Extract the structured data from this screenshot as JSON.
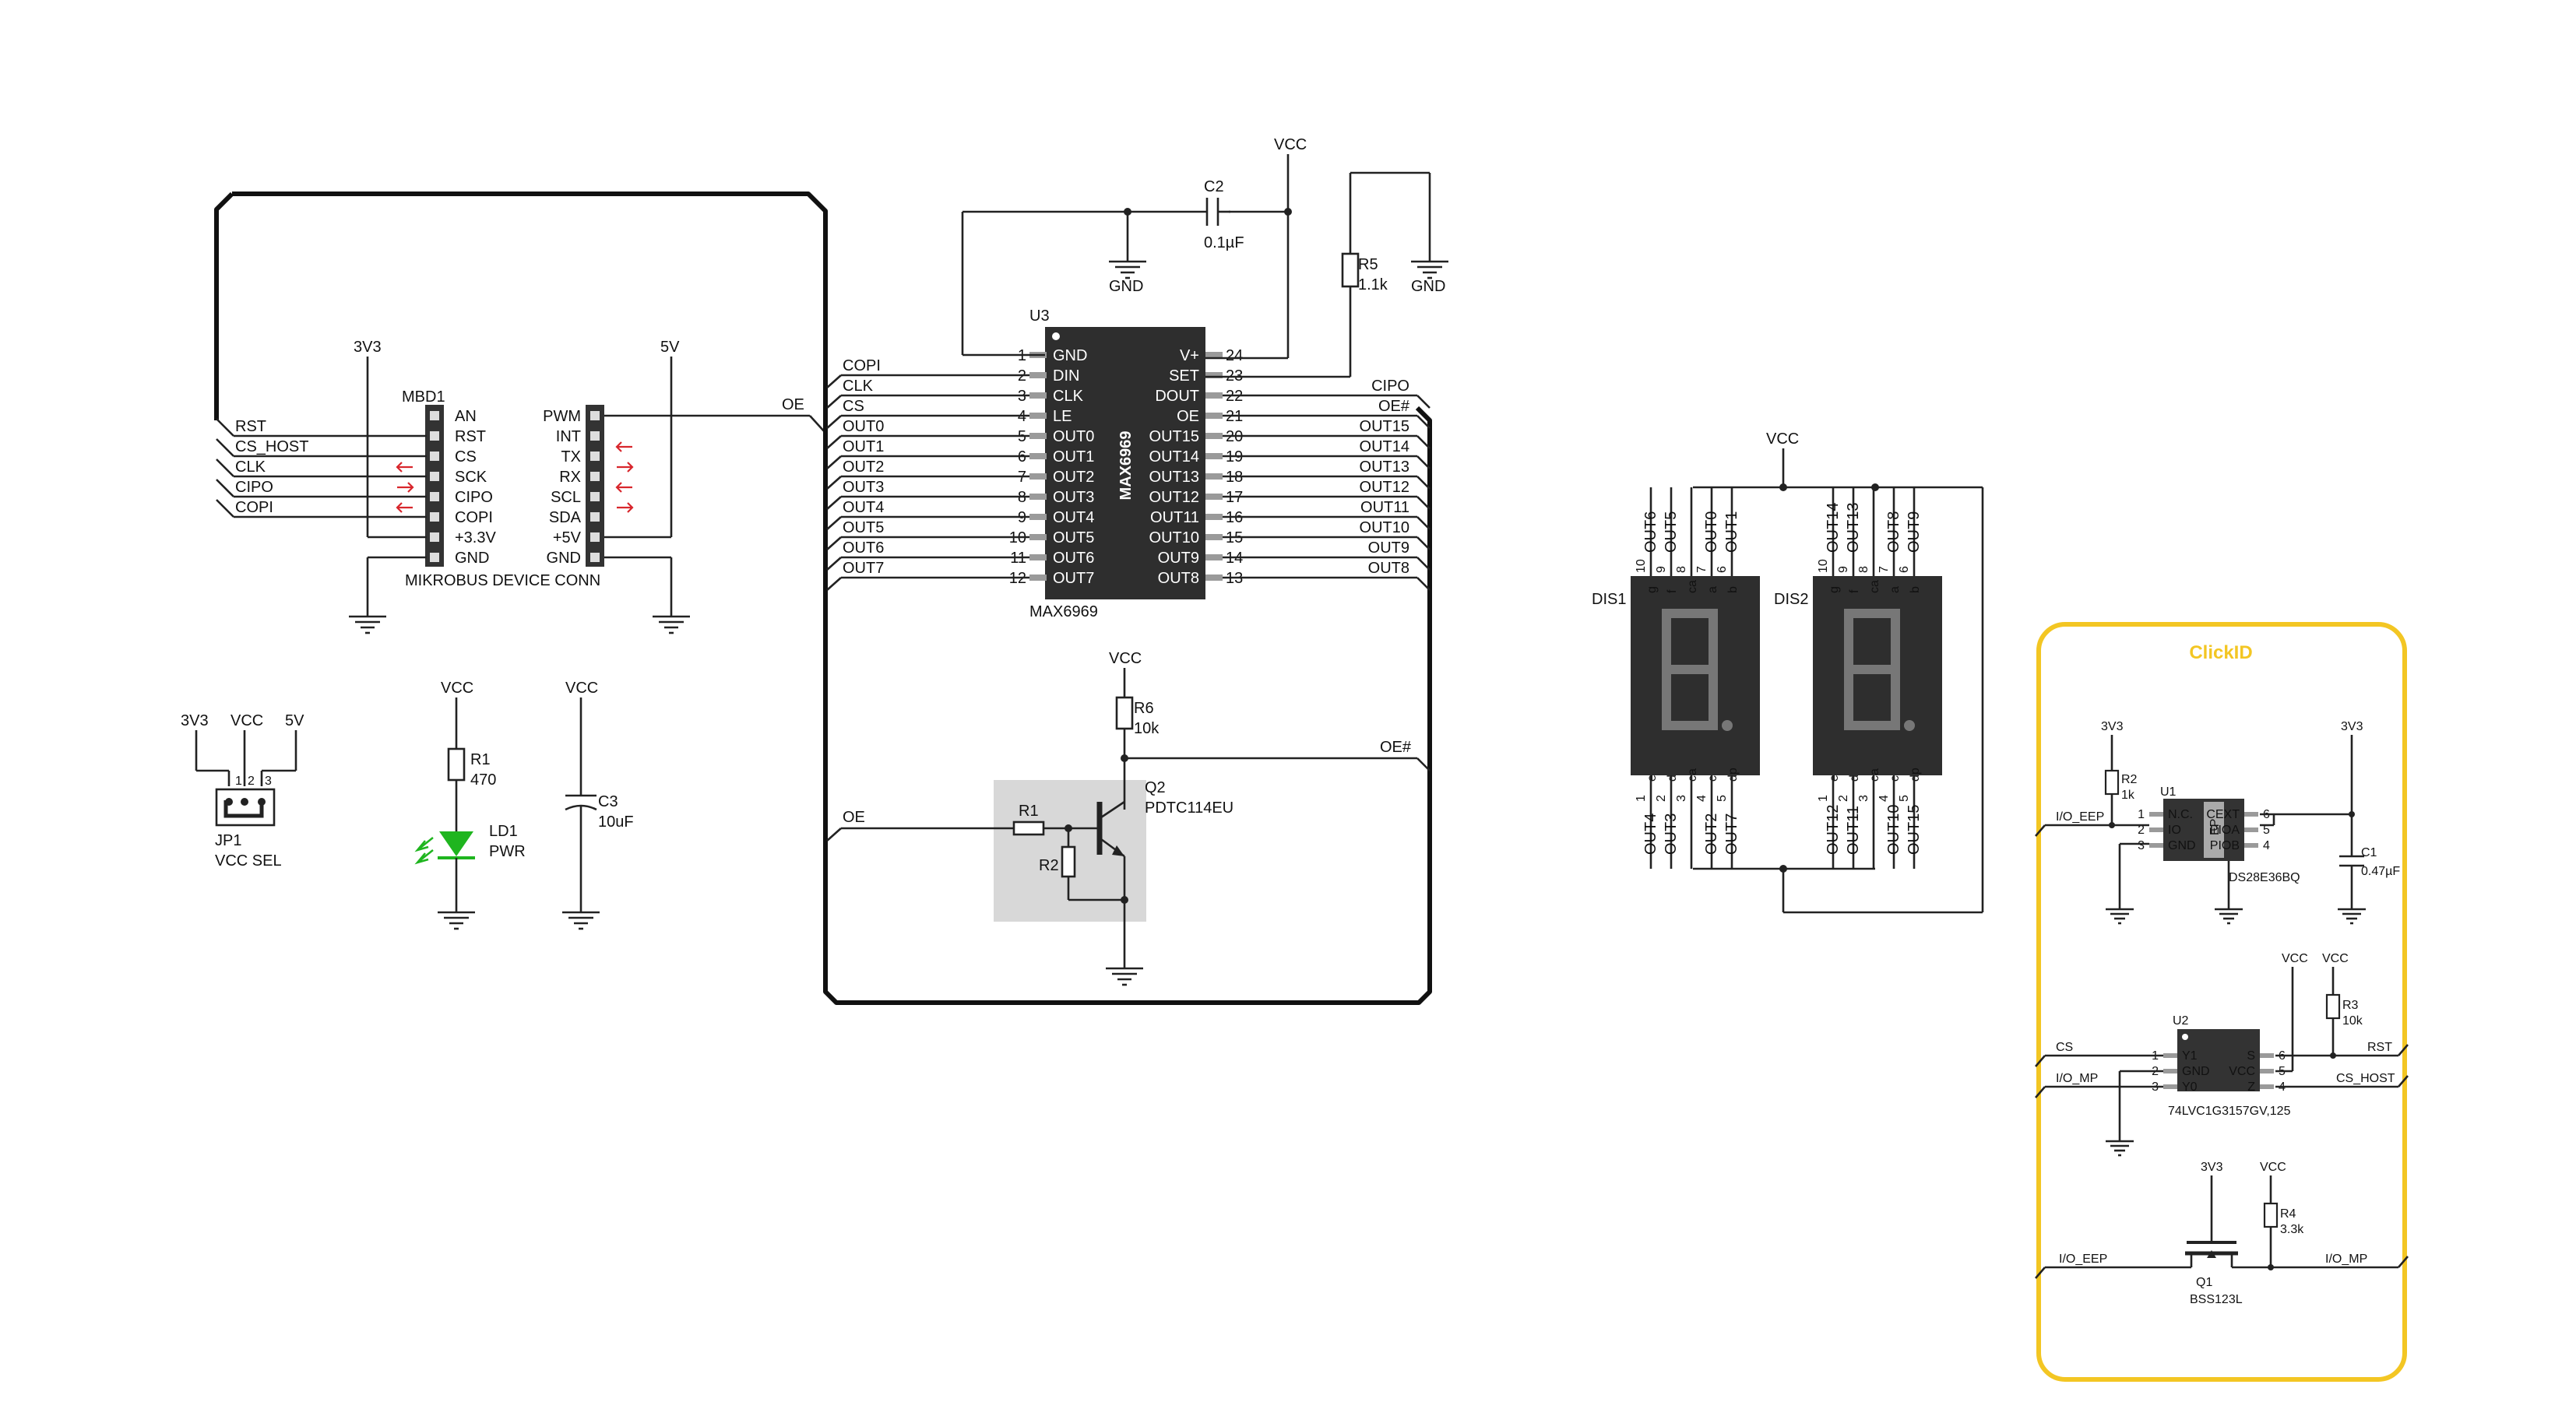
{
  "mikrobus": {
    "ref": "MBD1",
    "name": "MIKROBUS DEVICE CONN",
    "supply_left": "3V3",
    "supply_right": "5V",
    "left_pins": [
      "AN",
      "RST",
      "CS",
      "SCK",
      "CIPO",
      "COPI",
      "+3.3V",
      "GND"
    ],
    "right_pins": [
      "PWM",
      "INT",
      "TX",
      "RX",
      "SCL",
      "SDA",
      "+5V",
      "GND"
    ],
    "nets": [
      "RST",
      "CS_HOST",
      "CLK",
      "CIPO",
      "COPI"
    ],
    "oe_net": "OE"
  },
  "u3": {
    "ref": "U3",
    "part": "MAX6969",
    "label_below": "MAX6969",
    "left": [
      [
        "1",
        "GND"
      ],
      [
        "2",
        "DIN"
      ],
      [
        "3",
        "CLK"
      ],
      [
        "4",
        "LE"
      ],
      [
        "5",
        "OUT0"
      ],
      [
        "6",
        "OUT1"
      ],
      [
        "7",
        "OUT2"
      ],
      [
        "8",
        "OUT3"
      ],
      [
        "9",
        "OUT4"
      ],
      [
        "10",
        "OUT5"
      ],
      [
        "11",
        "OUT6"
      ],
      [
        "12",
        "OUT7"
      ]
    ],
    "right": [
      [
        "24",
        "V+"
      ],
      [
        "23",
        "SET"
      ],
      [
        "22",
        "DOUT"
      ],
      [
        "21",
        "OE"
      ],
      [
        "20",
        "OUT15"
      ],
      [
        "19",
        "OUT14"
      ],
      [
        "18",
        "OUT13"
      ],
      [
        "17",
        "OUT12"
      ],
      [
        "16",
        "OUT11"
      ],
      [
        "15",
        "OUT10"
      ],
      [
        "14",
        "OUT9"
      ],
      [
        "13",
        "OUT8"
      ]
    ],
    "left_nets": [
      "COPI",
      "CLK",
      "CS",
      "OUT0",
      "OUT1",
      "OUT2",
      "OUT3",
      "OUT4",
      "OUT5",
      "OUT6",
      "OUT7"
    ],
    "right_nets": [
      "CIPO",
      "OE#",
      "OUT15",
      "OUT14",
      "OUT13",
      "OUT12",
      "OUT11",
      "OUT10",
      "OUT9",
      "OUT8"
    ]
  },
  "c2": {
    "ref": "C2",
    "value": "0.1µF",
    "gnd": "GND",
    "vcc": "VCC"
  },
  "r5": {
    "ref": "R5",
    "value": "1.1k",
    "gnd": "GND"
  },
  "q2": {
    "ref": "Q2",
    "part": "PDTC114EU",
    "r1": "R1",
    "r2": "R2",
    "r6": "R6",
    "r6_value": "10k",
    "vcc": "VCC",
    "in": "OE",
    "out": "OE#"
  },
  "jp1": {
    "ref": "JP1",
    "name": "VCC SEL",
    "labels": [
      "3V3",
      "VCC",
      "5V"
    ],
    "pins": [
      "1",
      "2",
      "3"
    ]
  },
  "led": {
    "vcc": "VCC",
    "r": "R1",
    "r_value": "470",
    "ref": "LD1",
    "name": "PWR"
  },
  "c3": {
    "vcc": "VCC",
    "ref": "C3",
    "value": "10uF"
  },
  "displays": {
    "vcc": "VCC",
    "dis1": {
      "ref": "DIS1",
      "top_pins": [
        [
          "10",
          "g"
        ],
        [
          "9",
          "f"
        ],
        [
          "8",
          "ca"
        ],
        [
          "7",
          "a"
        ],
        [
          "6",
          "b"
        ]
      ],
      "top_nets": [
        "OUT6",
        "OUT5",
        "",
        "OUT0",
        "OUT1"
      ],
      "bot_pins": [
        [
          "1",
          "e"
        ],
        [
          "2",
          "d"
        ],
        [
          "3",
          "ca"
        ],
        [
          "4",
          "c"
        ],
        [
          "5",
          "dp"
        ]
      ],
      "bot_nets": [
        "OUT4",
        "OUT3",
        "",
        "OUT2",
        "OUT7"
      ]
    },
    "dis2": {
      "ref": "DIS2",
      "top_pins": [
        [
          "10",
          "g"
        ],
        [
          "9",
          "f"
        ],
        [
          "8",
          "ca"
        ],
        [
          "7",
          "a"
        ],
        [
          "6",
          "b"
        ]
      ],
      "top_nets": [
        "OUT14",
        "OUT13",
        "",
        "OUT8",
        "OUT9"
      ],
      "bot_pins": [
        [
          "1",
          "e"
        ],
        [
          "2",
          "d"
        ],
        [
          "3",
          "ca"
        ],
        [
          "4",
          "c"
        ],
        [
          "5",
          "dp"
        ]
      ],
      "bot_nets": [
        "OUT12",
        "OUT11",
        "",
        "OUT10",
        "OUT15"
      ]
    }
  },
  "clickid": {
    "title": "ClickID",
    "u1": {
      "ref": "U1",
      "part": "DS28E36BQ",
      "left": [
        [
          "1",
          "N.C."
        ],
        [
          "2",
          "IO"
        ],
        [
          "3",
          "GND"
        ]
      ],
      "right": [
        [
          "6",
          "CEXT"
        ],
        [
          "5",
          "PIOA"
        ],
        [
          "4",
          "PIOB"
        ]
      ],
      "ep": "EP",
      "supply": "3V3",
      "r2": "R2",
      "r2_value": "1k",
      "c1": "C1",
      "c1_value": "0.47µF",
      "c1_supply": "3V3",
      "net": "I/O_EEP"
    },
    "u2": {
      "ref": "U2",
      "part": "74LVC1G3157GV,125",
      "left": [
        [
          "1",
          "Y1"
        ],
        [
          "2",
          "GND"
        ],
        [
          "3",
          "Y0"
        ]
      ],
      "right": [
        [
          "6",
          "S"
        ],
        [
          "5",
          "VCC"
        ],
        [
          "4",
          "Z"
        ]
      ],
      "vcc1": "VCC",
      "vcc2": "VCC",
      "r3": "R3",
      "r3_value": "10k",
      "nets_left": [
        "CS",
        "I/O_MP"
      ],
      "nets_right": [
        "RST",
        "CS_HOST"
      ]
    },
    "q1": {
      "ref": "Q1",
      "part": "BSS123L",
      "supply": "3V3",
      "vcc": "VCC",
      "r4": "R4",
      "r4_value": "3.3k",
      "net_left": "I/O_EEP",
      "net_right": "I/O_MP"
    }
  }
}
